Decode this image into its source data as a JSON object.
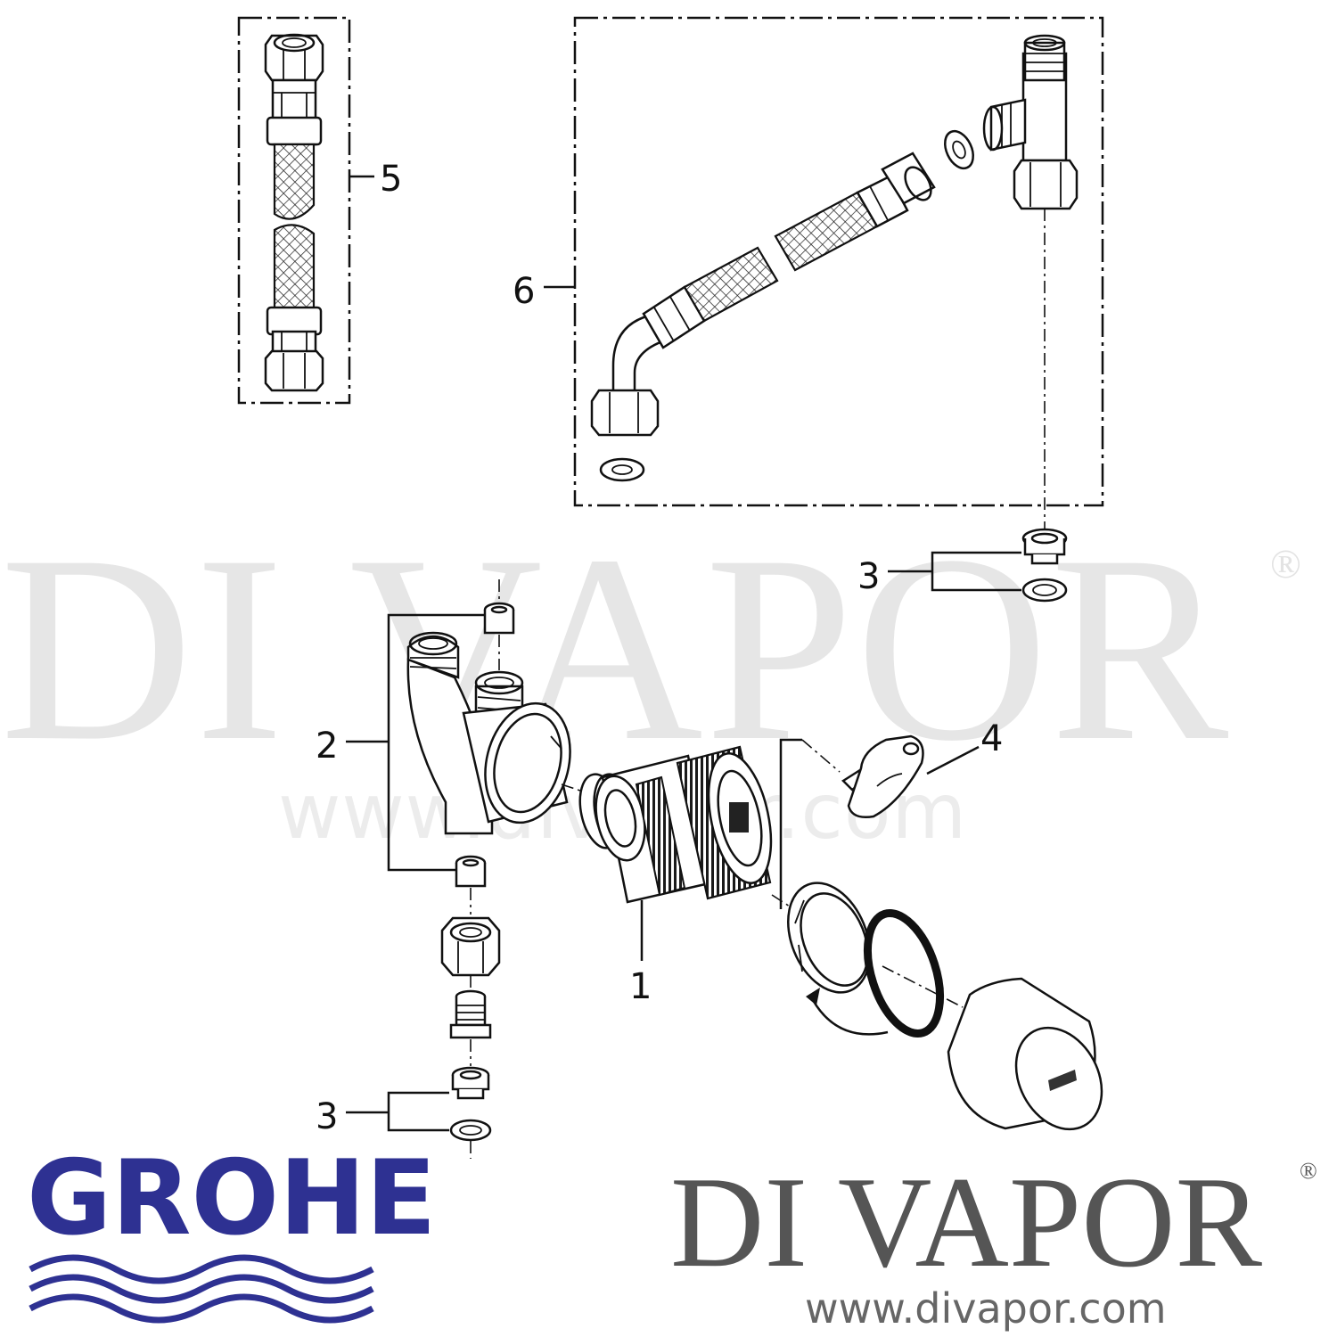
{
  "watermark": {
    "text": "DI VAPOR",
    "registered": "®",
    "url": "www.divapor.com"
  },
  "branding": {
    "grohe_logo": "GROHE",
    "divapor_logo": "DI VAPOR",
    "divapor_registered": "®",
    "divapor_url": "www.divapor.com"
  },
  "callouts": {
    "part_1": "1",
    "part_2": "2",
    "part_3_upper": "3",
    "part_3_lower": "3",
    "part_4": "4",
    "part_5": "5",
    "part_6": "6"
  },
  "colors": {
    "grohe_blue": "#2e3192",
    "divapor_gray": "#555555",
    "watermark_gray": "#e6e6e6",
    "line": "#111111"
  }
}
